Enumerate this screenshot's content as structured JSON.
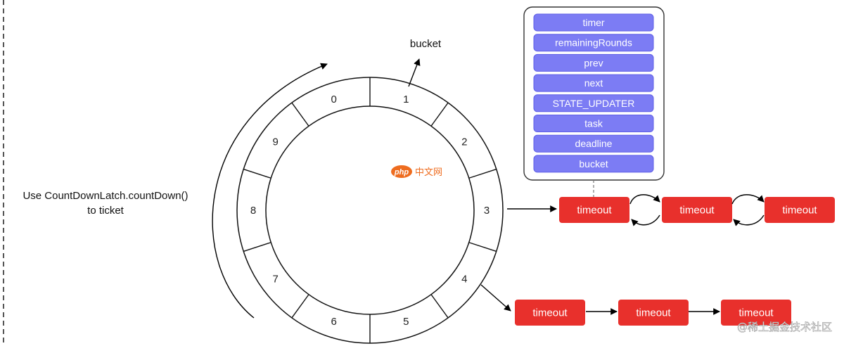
{
  "note": {
    "line1": "Use CountDownLatch.countDown()",
    "line2": "to ticket"
  },
  "bucket_label": "bucket",
  "wheel": {
    "slots": [
      "0",
      "1",
      "2",
      "3",
      "4",
      "5",
      "6",
      "7",
      "8",
      "9"
    ]
  },
  "timeout_struct": {
    "fields": [
      "timer",
      "remainingRounds",
      "prev",
      "next",
      "STATE_UPDATER",
      "task",
      "deadline",
      "bucket"
    ]
  },
  "chain_slot3": {
    "nodes": [
      "timeout",
      "timeout",
      "timeout"
    ]
  },
  "chain_slot4": {
    "nodes": [
      "timeout",
      "timeout",
      "timeout"
    ]
  },
  "overlay": {
    "logo_php": "php",
    "logo_cn": "中文网"
  },
  "watermark": "@稀土掘金技术社区",
  "colors": {
    "timeout_fill": "#e8302c",
    "field_fill": "#7c7cf4",
    "field_stroke": "#5e5ee6",
    "wheel_stroke": "#111111",
    "arrow": "#000000",
    "php_orange": "#ee6c1f",
    "dashed_line": "#555555"
  }
}
